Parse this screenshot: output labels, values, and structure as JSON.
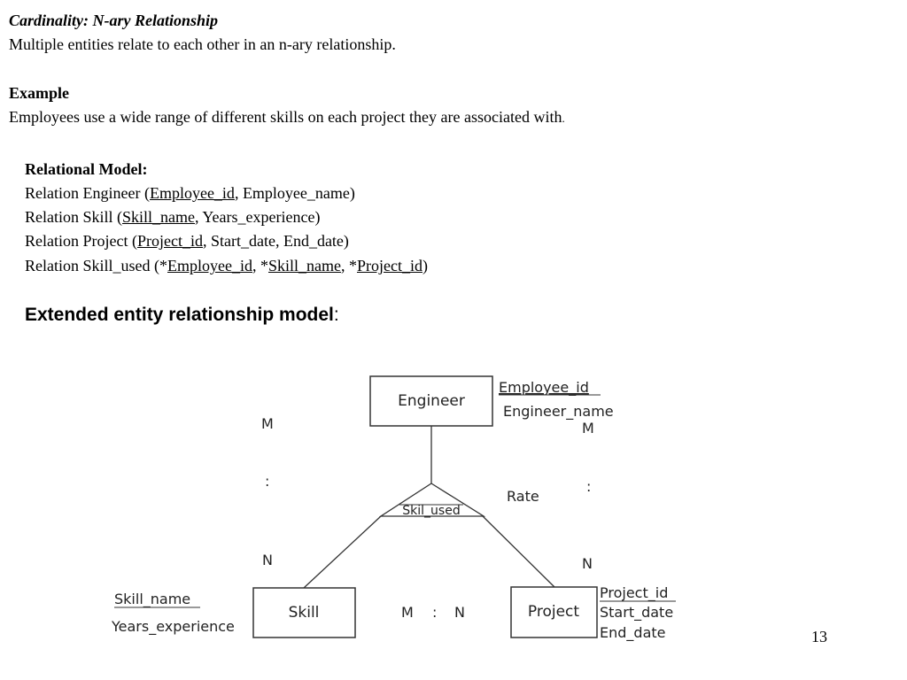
{
  "intro": {
    "title": "Cardinality: N-ary Relationship",
    "description": "Multiple entities relate to each other in an n-ary relationship."
  },
  "example": {
    "heading": "Example",
    "text": "Employees use a wide range of different skills on each project they are associated with",
    "period": "."
  },
  "relational_model": {
    "heading": "Relational Model:",
    "engineer": {
      "prefix": "Relation Engineer (",
      "key": "Employee_id",
      "rest": ", Employee_name)"
    },
    "skill": {
      "prefix": "Relation Skill (",
      "key": "Skill_name",
      "rest": ", Years_experience)"
    },
    "project": {
      "prefix": "Relation Project (",
      "key": "Project_id",
      "rest": ", Start_date, End_date)"
    },
    "skill_used": {
      "prefix": "Relation Skill_used (*",
      "key1": "Employee_id",
      "sep1": ", *",
      "key2": "Skill_name",
      "sep2": ", *",
      "key3": "Project_id",
      "suffix": ")"
    }
  },
  "eer": {
    "heading": "Extended entity relationship model",
    "colon": ":"
  },
  "diagram": {
    "entities": {
      "engineer": "Engineer",
      "skill": "Skill",
      "project": "Project"
    },
    "relationship": "Skil_used",
    "attributes": {
      "engineer_key": "Employee_id",
      "engineer_name": "Engineer_name",
      "skill_key": "Skill_name",
      "skill_exp": "Years_experience",
      "project_key": "Project_id",
      "project_start": "Start_date",
      "project_end": "End_date"
    },
    "cardinality": {
      "left_top": "M",
      "left_mid": ":",
      "left_bottom": "N",
      "right_top": "M",
      "right_mid": ":",
      "right_bottom": "N",
      "rate": "Rate",
      "bottom_m": "M",
      "bottom_colon": ":",
      "bottom_n": "N"
    }
  },
  "page_number": "13"
}
